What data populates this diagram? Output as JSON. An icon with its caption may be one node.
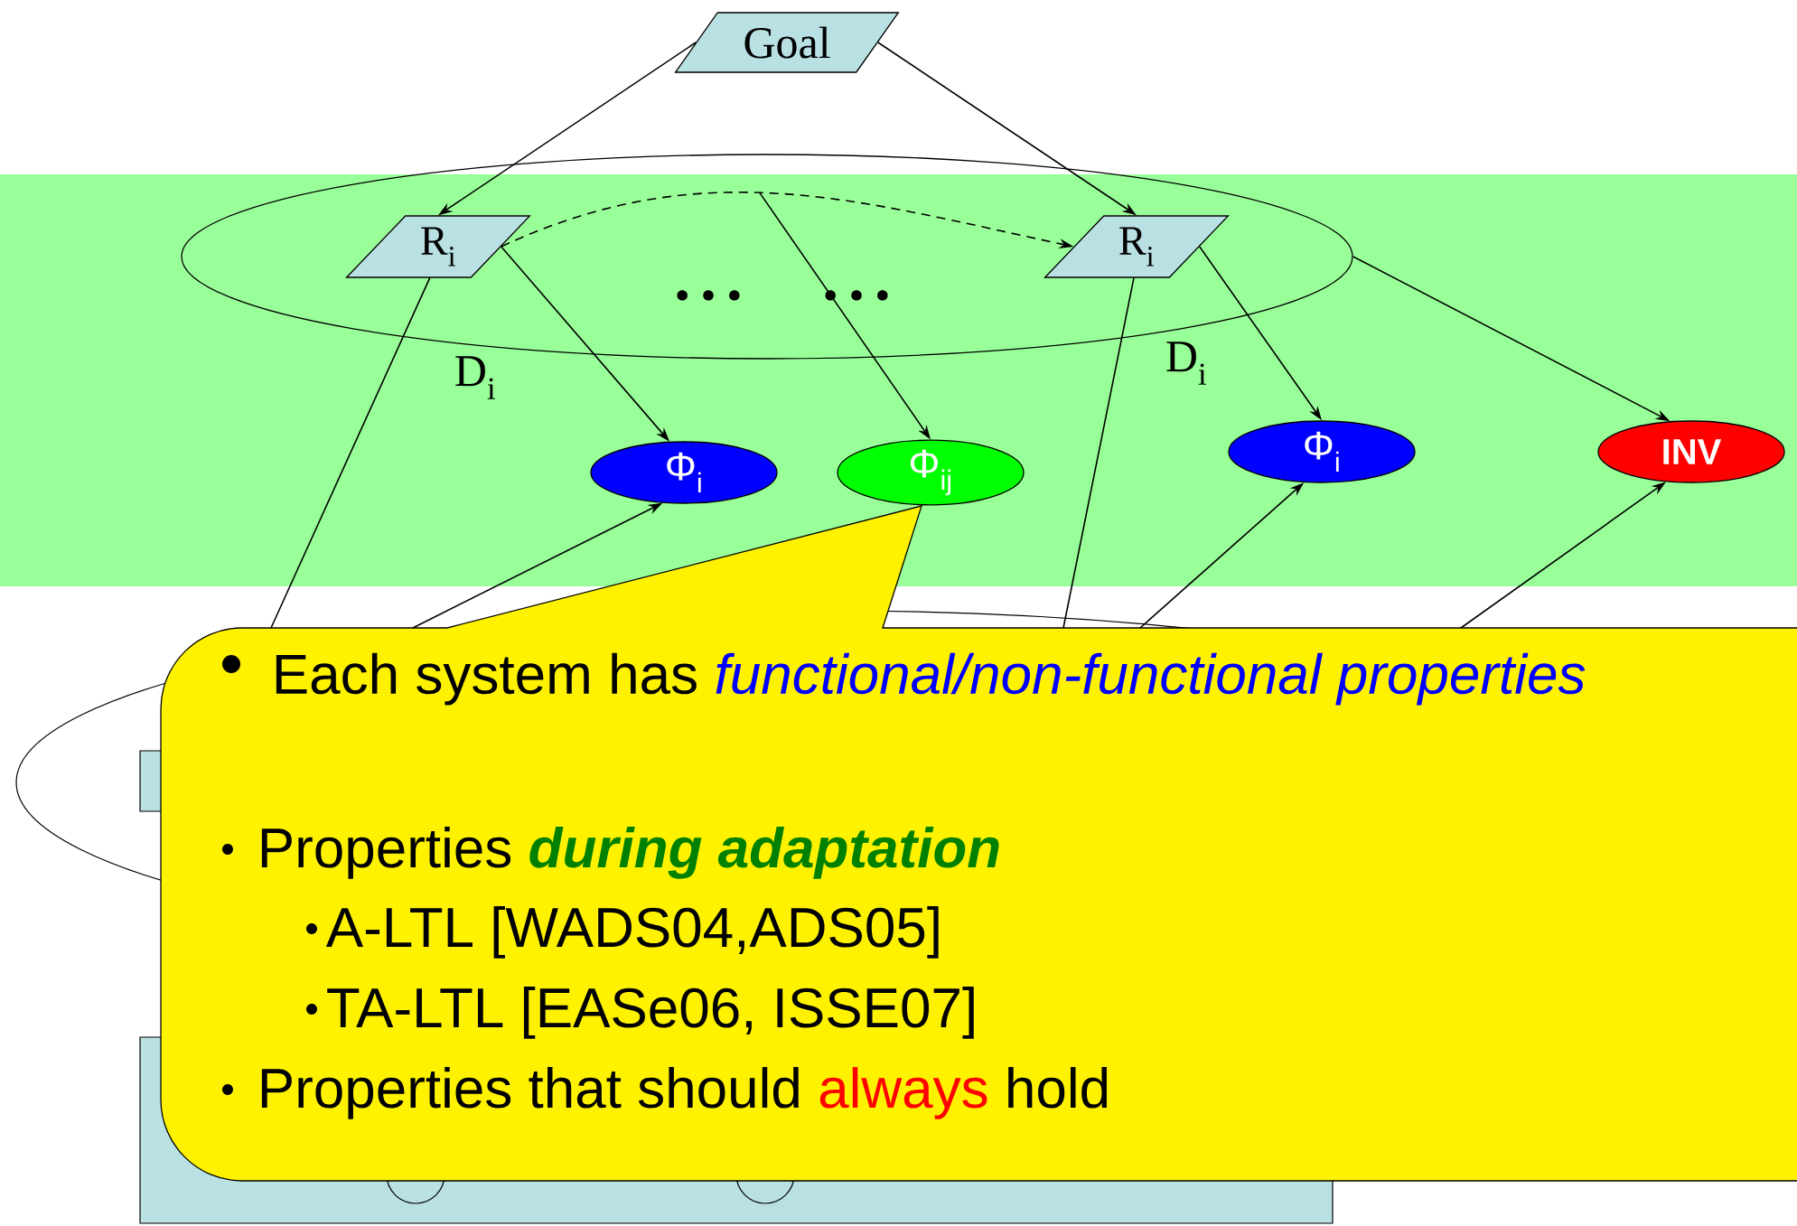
{
  "diagram": {
    "nodes": [
      {
        "text": [
          "Goal"
        ]
      },
      {
        "text": [],
        "shape": "ellipse"
      },
      {
        "text": [
          "R$_{i}$"
        ],
        "in": 1
      },
      {
        "text": [
          "R$_{i}$"
        ],
        "in": 1
      },
      {
        "text": [
          "Φ$_{i}$"
        ]
      },
      {
        "text": [
          "Φ$_{ij}$"
        ]
      },
      {
        "text": [
          "Φ$_{i}$"
        ]
      },
      {
        "text": [
          "INV"
        ]
      },
      {
        "text": [
          "Each system has",
          "functional/non-functional properties",
          "Properties",
          "during adaptation",
          "A-LTL [WADS04,ADS05]",
          "TA-LTL [EASe06, ISSE07]",
          "Properties that should",
          "always",
          "hold"
        ]
      }
    ],
    "edges": [
      {
        "from": 0,
        "to": 2,
        "arrow": "to"
      },
      {
        "from": 0,
        "to": 3,
        "arrow": "to"
      },
      {
        "from": 2,
        "to": 3,
        "arrow": "to",
        "style": "dashed"
      },
      {
        "from": null,
        "to": 5,
        "arrow": "to"
      },
      {
        "from": 2,
        "to": 4,
        "arrow": "to"
      },
      {
        "from": 3,
        "to": 6,
        "arrow": "to"
      },
      {
        "from": 1,
        "to": 7,
        "arrow": "to"
      },
      {
        "from": 2,
        "to": 8,
        "arrow": "none"
      },
      {
        "from": 8,
        "to": 4,
        "arrow": "to"
      },
      {
        "from": 3,
        "to": 8,
        "arrow": "none"
      },
      {
        "from": 8,
        "to": 6,
        "arrow": "to"
      },
      {
        "from": 8,
        "to": 7,
        "arrow": "to"
      }
    ],
    "labels": [
      "• • •",
      "• • •",
      "D$_{i}$",
      "D$_{i}$"
    ]
  }
}
